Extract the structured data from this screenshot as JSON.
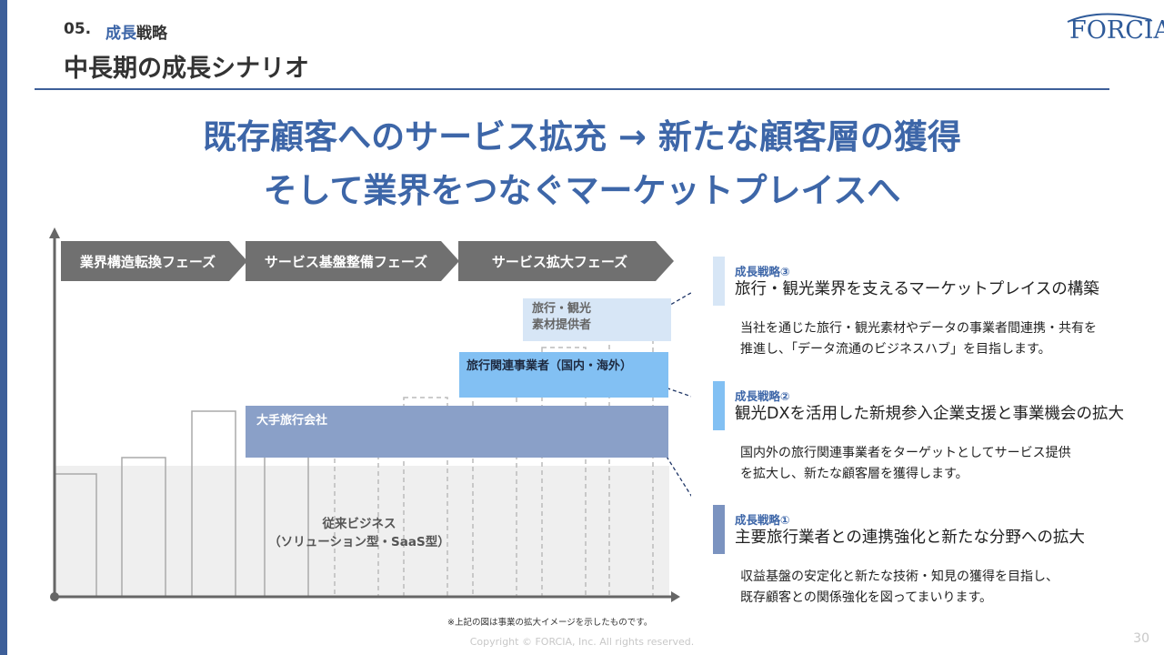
{
  "header": {
    "section_number": "05.",
    "section_title_accent": "成長",
    "section_title_rest": "戦略",
    "page_title": "中長期の成長シナリオ",
    "logo_text": "FORCIA"
  },
  "headline": {
    "line1": "既存顧客へのサービス拡充 → 新たな顧客層の獲得",
    "line2": "そして業界をつなぐマーケットプレイスへ"
  },
  "phases": [
    {
      "label": "業界構造転換フェーズ"
    },
    {
      "label": "サービス基盤整備フェーズ"
    },
    {
      "label": "サービス拡大フェーズ"
    }
  ],
  "layers": {
    "top_line1": "旅行・観光",
    "top_line2": "素材提供者",
    "middle": "旅行関連事業者（国内・海外）",
    "big": "大手旅行会社",
    "legacy_line1": "従来ビジネス",
    "legacy_line2": "（ソリューション型・SaaS型）"
  },
  "strategies": [
    {
      "tag": "成長戦略③",
      "heading": "旅行・観光業界を支えるマーケットプレイスの構築",
      "desc1": "当社を通じた旅行・観光素材やデータの事業者間連携・共有を",
      "desc2": "推進し、「データ流通のビジネスハブ」を目指します。"
    },
    {
      "tag": "成長戦略②",
      "heading": "観光DXを活用した新規参入企業支援と事業機会の拡大",
      "desc1": "国内外の旅行関連事業者をターゲットとしてサービス提供",
      "desc2": "を拡大し、新たな顧客層を獲得します。"
    },
    {
      "tag": "成長戦略①",
      "heading": "主要旅行業者との連携強化と新たな分野への拡大",
      "desc1": "収益基盤の安定化と新たな技術・知見の獲得を目指し、",
      "desc2": "既存顧客との関係強化を図ってまいります。"
    }
  ],
  "footnote": "※上記の図は事業の拡大イメージを示したものです。",
  "copyright": "Copyright © FORCIA, Inc. All rights reserved.",
  "page_number": "30",
  "colors": {
    "brand_blue": "#3d66a8",
    "phase_gray": "#707070",
    "layer_big": "#8aa0c8",
    "layer_mid": "#82c0f3",
    "layer_top": "#d7e6f6"
  }
}
